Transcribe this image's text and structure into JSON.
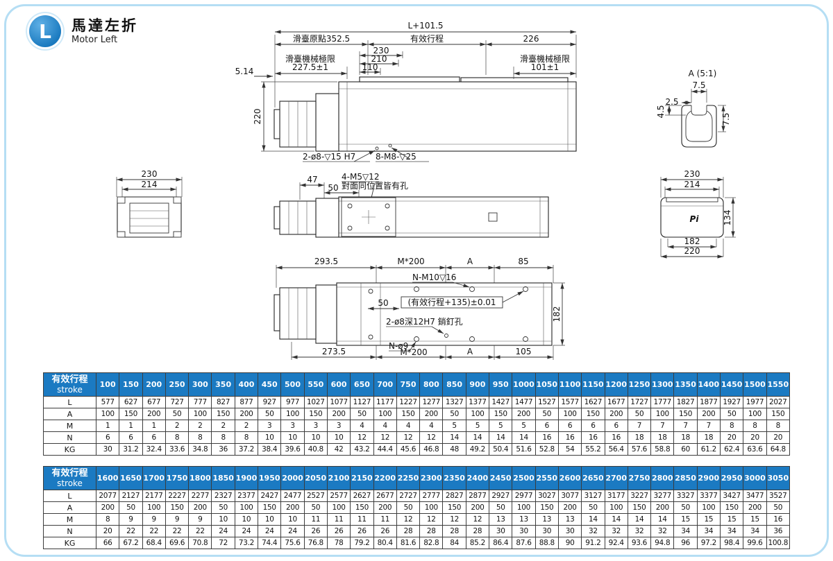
{
  "colors": {
    "accent": "#1b7ac2",
    "frame_border": "#b5def4",
    "badge_bg": "#1878be"
  },
  "header": {
    "badge": "L",
    "title_zh": "馬達左折",
    "title_en": "Motor Left"
  },
  "drawing": {
    "top_view": {
      "overall": "L+101.5",
      "origin": "滑臺原點352.5",
      "stroke_label": "有效行程",
      "d226": "226",
      "limit_label_left": "滑臺機械極限",
      "limit_val_left": "227.5±1",
      "d230": "230",
      "d210": "210",
      "d110": "110",
      "limit_label_right": "滑臺機械極限",
      "limit_val_right": "101±1",
      "d514": "5.14",
      "d220": "220",
      "note_dowel": "2-ø8-▽15 H7",
      "note_tap": "8-M8-▽25"
    },
    "detail_a": {
      "title": "A (5:1)",
      "d75_top": "7.5",
      "d25": "2.5",
      "d45": "4.5",
      "d75_side": "7.5"
    },
    "front_view": {
      "d230": "230",
      "d214": "214"
    },
    "plan_view": {
      "d47": "47",
      "d50": "50",
      "note_tap": "4-M5▽12",
      "note_opp": "對面同位置皆有孔"
    },
    "section_view": {
      "d230": "230",
      "d214": "214",
      "logo": "Pi",
      "d134": "134",
      "d182": "182",
      "d220": "220"
    },
    "bottom_view": {
      "d2935": "293.5",
      "m200": "M*200",
      "a_label": "A",
      "d85": "85",
      "note_m10": "N-M10▽16",
      "d50": "50",
      "note_tolerance": "(有效行程+135)±0.01",
      "note_pin": "2-ø8深12H7 銷釘孔",
      "d182": "182",
      "d2735": "273.5",
      "note_n9": "N-ø9",
      "d105": "105"
    }
  },
  "table1": {
    "header_zh": "有效行程",
    "header_en": "stroke",
    "strokes": [
      "100",
      "150",
      "200",
      "250",
      "300",
      "350",
      "400",
      "450",
      "500",
      "550",
      "600",
      "650",
      "700",
      "750",
      "800",
      "850",
      "900",
      "950",
      "1000",
      "1050",
      "1100",
      "1150",
      "1200",
      "1250",
      "1300",
      "1350",
      "1400",
      "1450",
      "1500",
      "1550"
    ],
    "rows": [
      {
        "label": "L",
        "values": [
          "577",
          "627",
          "677",
          "727",
          "777",
          "827",
          "877",
          "927",
          "977",
          "1027",
          "1077",
          "1127",
          "1177",
          "1227",
          "1277",
          "1327",
          "1377",
          "1427",
          "1477",
          "1527",
          "1577",
          "1627",
          "1677",
          "1727",
          "1777",
          "1827",
          "1877",
          "1927",
          "1977",
          "2027"
        ]
      },
      {
        "label": "A",
        "values": [
          "100",
          "150",
          "200",
          "50",
          "100",
          "150",
          "200",
          "50",
          "100",
          "150",
          "200",
          "50",
          "100",
          "150",
          "200",
          "50",
          "100",
          "150",
          "200",
          "50",
          "100",
          "150",
          "200",
          "50",
          "100",
          "150",
          "200",
          "50",
          "100",
          "150"
        ]
      },
      {
        "label": "M",
        "values": [
          "1",
          "1",
          "1",
          "2",
          "2",
          "2",
          "2",
          "3",
          "3",
          "3",
          "3",
          "4",
          "4",
          "4",
          "4",
          "5",
          "5",
          "5",
          "5",
          "6",
          "6",
          "6",
          "6",
          "7",
          "7",
          "7",
          "7",
          "8",
          "8",
          "8"
        ]
      },
      {
        "label": "N",
        "values": [
          "6",
          "6",
          "6",
          "8",
          "8",
          "8",
          "8",
          "10",
          "10",
          "10",
          "10",
          "12",
          "12",
          "12",
          "12",
          "14",
          "14",
          "14",
          "14",
          "16",
          "16",
          "16",
          "16",
          "18",
          "18",
          "18",
          "18",
          "20",
          "20",
          "20"
        ]
      },
      {
        "label": "KG",
        "values": [
          "30",
          "31.2",
          "32.4",
          "33.6",
          "34.8",
          "36",
          "37.2",
          "38.4",
          "39.6",
          "40.8",
          "42",
          "43.2",
          "44.4",
          "45.6",
          "46.8",
          "48",
          "49.2",
          "50.4",
          "51.6",
          "52.8",
          "54",
          "55.2",
          "56.4",
          "57.6",
          "58.8",
          "60",
          "61.2",
          "62.4",
          "63.6",
          "64.8"
        ]
      }
    ]
  },
  "table2": {
    "header_zh": "有效行程",
    "header_en": "stroke",
    "strokes": [
      "1600",
      "1650",
      "1700",
      "1750",
      "1800",
      "1850",
      "1900",
      "1950",
      "2000",
      "2050",
      "2100",
      "2150",
      "2200",
      "2250",
      "2300",
      "2350",
      "2400",
      "2450",
      "2500",
      "2550",
      "2600",
      "2650",
      "2700",
      "2750",
      "2800",
      "2850",
      "2900",
      "2950",
      "3000",
      "3050"
    ],
    "rows": [
      {
        "label": "L",
        "values": [
          "2077",
          "2127",
          "2177",
          "2227",
          "2277",
          "2327",
          "2377",
          "2427",
          "2477",
          "2527",
          "2577",
          "2627",
          "2677",
          "2727",
          "2777",
          "2827",
          "2877",
          "2927",
          "2977",
          "3027",
          "3077",
          "3127",
          "3177",
          "3227",
          "3277",
          "3327",
          "3377",
          "3427",
          "3477",
          "3527"
        ]
      },
      {
        "label": "A",
        "values": [
          "200",
          "50",
          "100",
          "150",
          "200",
          "50",
          "100",
          "150",
          "200",
          "50",
          "100",
          "150",
          "200",
          "50",
          "100",
          "150",
          "200",
          "50",
          "100",
          "150",
          "200",
          "50",
          "100",
          "150",
          "200",
          "50",
          "100",
          "150",
          "200",
          "50"
        ]
      },
      {
        "label": "M",
        "values": [
          "8",
          "9",
          "9",
          "9",
          "9",
          "10",
          "10",
          "10",
          "10",
          "11",
          "11",
          "11",
          "11",
          "12",
          "12",
          "12",
          "12",
          "13",
          "13",
          "13",
          "13",
          "14",
          "14",
          "14",
          "14",
          "15",
          "15",
          "15",
          "15",
          "16"
        ]
      },
      {
        "label": "N",
        "values": [
          "20",
          "22",
          "22",
          "22",
          "22",
          "24",
          "24",
          "24",
          "24",
          "26",
          "26",
          "26",
          "26",
          "28",
          "28",
          "28",
          "28",
          "30",
          "30",
          "30",
          "30",
          "32",
          "32",
          "32",
          "32",
          "34",
          "34",
          "34",
          "34",
          "36"
        ]
      },
      {
        "label": "KG",
        "values": [
          "66",
          "67.2",
          "68.4",
          "69.6",
          "70.8",
          "72",
          "73.2",
          "74.4",
          "75.6",
          "76.8",
          "78",
          "79.2",
          "80.4",
          "81.6",
          "82.8",
          "84",
          "85.2",
          "86.4",
          "87.6",
          "88.8",
          "90",
          "91.2",
          "92.4",
          "93.6",
          "94.8",
          "96",
          "97.2",
          "98.4",
          "99.6",
          "100.8"
        ]
      }
    ]
  }
}
